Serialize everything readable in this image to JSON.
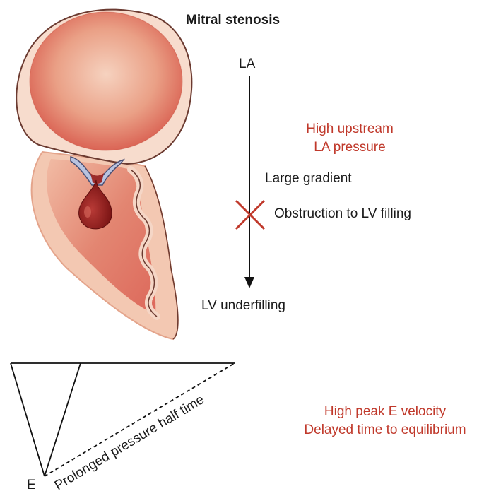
{
  "title": "Mitral stenosis",
  "flow": {
    "top_label": "LA",
    "gradient_label": "Large gradient",
    "obstruction_label": "Obstruction to LV filling",
    "bottom_label": "LV underfilling"
  },
  "upstream": {
    "line1": "High upstream",
    "line2": "LA pressure"
  },
  "doppler": {
    "slope_label": "Prolonged pressure half time",
    "e_label": "E",
    "note_line1": "High peak E velocity",
    "note_line2": "Delayed time to equilibrium"
  },
  "colors": {
    "accent_red": "#c0392b",
    "text": "#1a1a1a",
    "heart_wall": "#e9a58d",
    "heart_chamber": "#d9534a",
    "blood_drop": "#8e1a1a",
    "valve": "#b9c3e0"
  }
}
